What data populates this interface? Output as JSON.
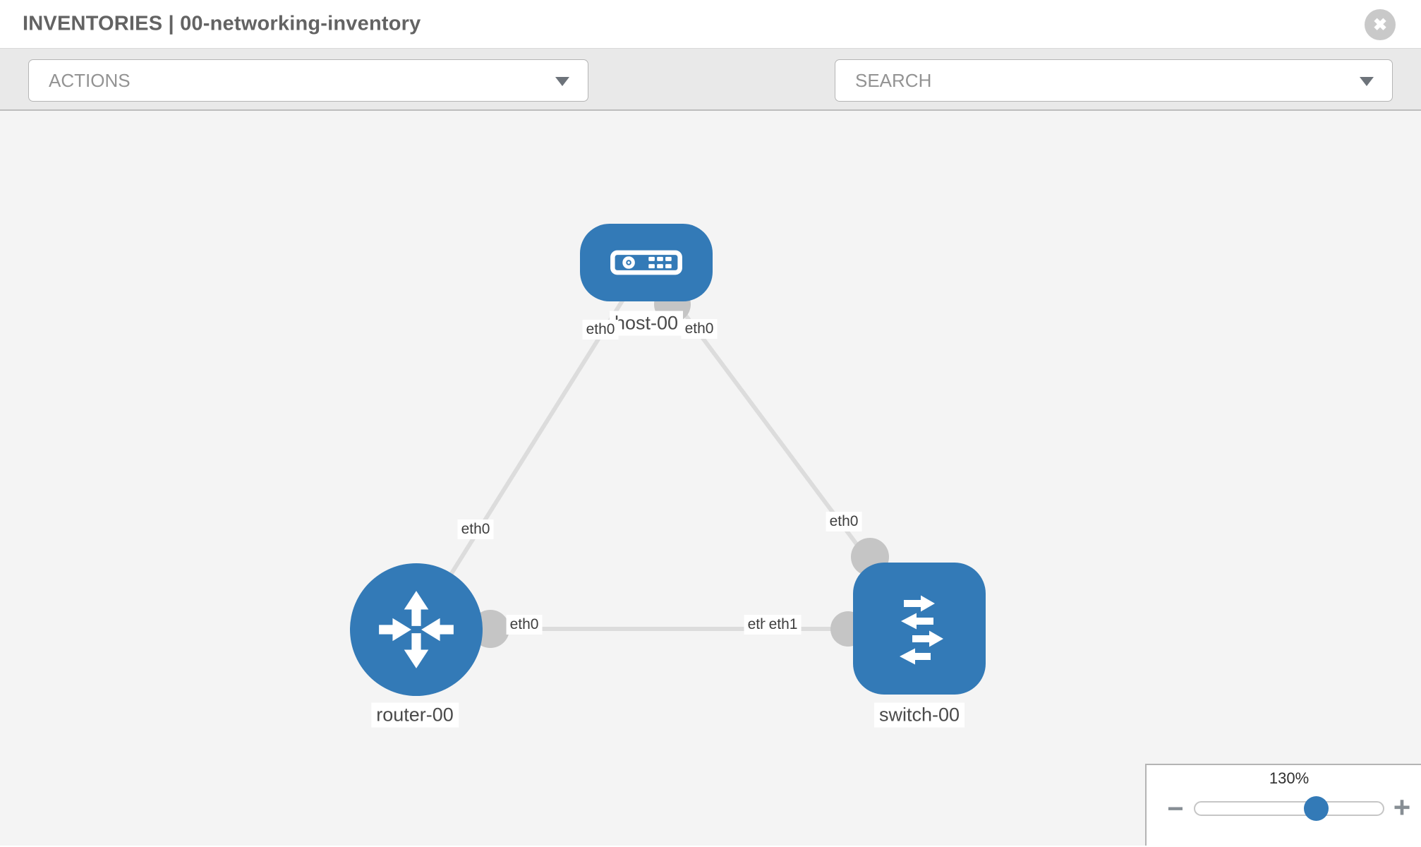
{
  "header": {
    "title": "INVENTORIES | 00-networking-inventory",
    "close_glyph": "✖"
  },
  "toolbar": {
    "actions_label": "ACTIONS",
    "search_label": "SEARCH",
    "icons": {
      "wrench": "wrench-icon",
      "key": "key-icon"
    }
  },
  "topology": {
    "nodes": [
      {
        "label": "host-00",
        "type": "host"
      },
      {
        "label": "router-00",
        "type": "router"
      },
      {
        "label": "switch-00",
        "type": "switch"
      }
    ],
    "links": [
      {
        "from": "host-00",
        "from_iface": "eth0",
        "to": "router-00",
        "to_iface": "eth0"
      },
      {
        "from": "host-00",
        "from_iface": "eth0",
        "to": "switch-00",
        "to_iface": "eth0"
      },
      {
        "from": "router-00",
        "from_iface": "eth0",
        "to": "switch-00",
        "to_iface": "eth1"
      }
    ],
    "iface_labels": {
      "host_to_router": "eth0",
      "host_to_switch": "eth0",
      "router_to_host": "eth0",
      "switch_to_host": "eth0",
      "router_to_switch": "eth0",
      "switch_to_router_back": "eth0",
      "switch_to_router": "eth1"
    },
    "colors": {
      "node_fill": "#337ab7",
      "port_fill": "#c5c5c5",
      "link_stroke": "#dcdcdc"
    }
  },
  "zoom_control": {
    "level": "130%",
    "minus_glyph": "−",
    "plus_glyph": "+"
  }
}
